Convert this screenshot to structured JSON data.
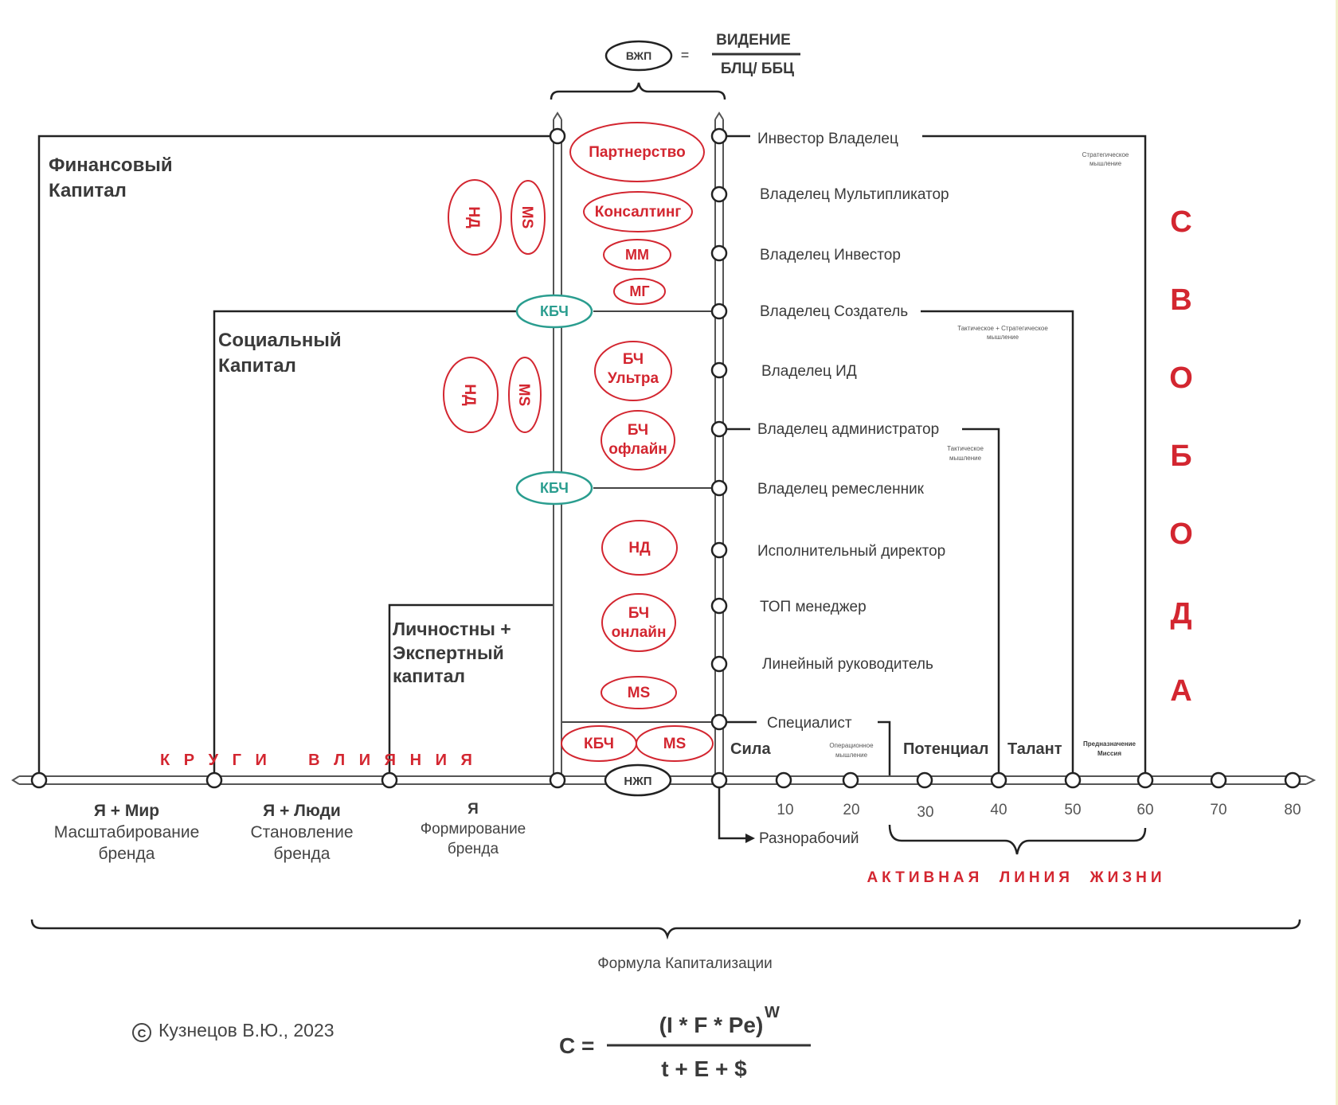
{
  "header": {
    "vzhp_label": "ВЖП",
    "equals": "=",
    "numerator": "ВИДЕНИЕ",
    "denominator": "БЛЦ/ ББЦ"
  },
  "capitals": {
    "financial": [
      "Финансовый",
      "Капитал"
    ],
    "social": [
      "Социальный",
      "Капитал"
    ],
    "personal": [
      "Личностны +",
      "Экспертный",
      "капитал"
    ]
  },
  "rail_ellipses": {
    "partnership": "Партнерство",
    "consulting": "Консалтинг",
    "mm": "ММ",
    "mg": "МГ",
    "kbch_top": "КБЧ",
    "bch_ultra": [
      "БЧ",
      "Ультра"
    ],
    "bch_offline": [
      "БЧ",
      "офлайн"
    ],
    "kbch_mid": "КБЧ",
    "nd": "НД",
    "bch_online": [
      "БЧ",
      "онлайн"
    ],
    "ms": "MS",
    "kbch_bottom": "КБЧ",
    "ms_bottom": "MS",
    "nzhp": "НЖП"
  },
  "side_ellipses": {
    "nd_top": "НД",
    "ms_top": "MS",
    "nd_mid": "НД",
    "ms_mid": "MS"
  },
  "roles": [
    "Инвестор Владелец",
    "Владелец Мультипликатор",
    "Владелец Инвестор",
    "Владелец Создатель",
    "Владелец ИД",
    "Владелец администратор",
    "Владелец ремесленник",
    "Исполнительный директор",
    "ТОП менеджер",
    "Линейный руководитель",
    "Специалист"
  ],
  "laborer": "Разнорабочий",
  "thinking_notes": {
    "strategic": [
      "Стратегическое",
      "мышление"
    ],
    "tactical_strategic": [
      "Тактическое + Стратегическое",
      "мышление"
    ],
    "tactical": [
      "Тактическое",
      "мышление"
    ],
    "operational": [
      "Операционное",
      "мышление"
    ]
  },
  "stages": {
    "sila": "Сила",
    "potential": "Потенциал",
    "talent": "Талант",
    "mission": [
      "Предназначение",
      "Миссия"
    ]
  },
  "freedom_letters": [
    "С",
    "В",
    "О",
    "Б",
    "О",
    "Д",
    "А"
  ],
  "circles_of_influence": "К Р У Г И    В Л И Я Н И Я",
  "axis_ages": [
    "10",
    "20",
    "30",
    "40",
    "50",
    "60",
    "70",
    "80"
  ],
  "brand_stages": [
    {
      "title": "Я + Мир",
      "lines": [
        "Масштабирование",
        "бренда"
      ]
    },
    {
      "title": "Я + Люди",
      "lines": [
        "Становление",
        "бренда"
      ]
    },
    {
      "title": "Я",
      "lines": [
        "Формирование",
        "бренда"
      ]
    }
  ],
  "active_life_line": "АКТИВНАЯ  ЛИНИЯ  ЖИЗНИ",
  "formula": {
    "caption": "Формула Капитализации",
    "lhs": "C =",
    "numerator": "(I * F  * Pe)",
    "exponent": "W",
    "denominator": "t + E + $"
  },
  "copyright": {
    "symbol": "©",
    "text": "Кузнецов В.Ю., 2023"
  },
  "colors": {
    "accent_red": "#d32630",
    "accent_teal": "#2a9d8f",
    "line": "#222222"
  }
}
